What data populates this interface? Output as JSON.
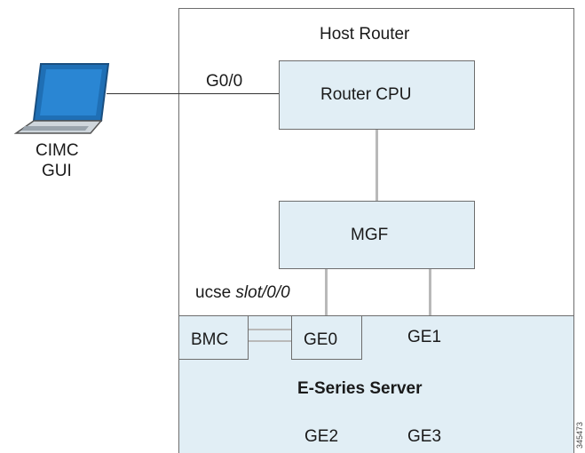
{
  "host_router": {
    "title": "Host Router"
  },
  "router_cpu": {
    "label": "Router CPU"
  },
  "mgf": {
    "label": "MGF"
  },
  "laptop": {
    "label_line1": "CIMC",
    "label_line2": "GUI",
    "icon": "laptop-icon"
  },
  "link": {
    "port": "G0/0"
  },
  "ucse": {
    "prefix": "ucse",
    "slot": "slot/0/0"
  },
  "eseries": {
    "title": "E-Series Server",
    "bmc": "BMC",
    "ge0": "GE0",
    "ge1": "GE1",
    "ge2": "GE2",
    "ge3": "GE3"
  },
  "figure_id": "345473",
  "colors": {
    "box_fill": "#e1eef5",
    "border": "#6d6d6d",
    "connector": "#b9b9b9",
    "laptop_blue": "#1f6fb5"
  }
}
